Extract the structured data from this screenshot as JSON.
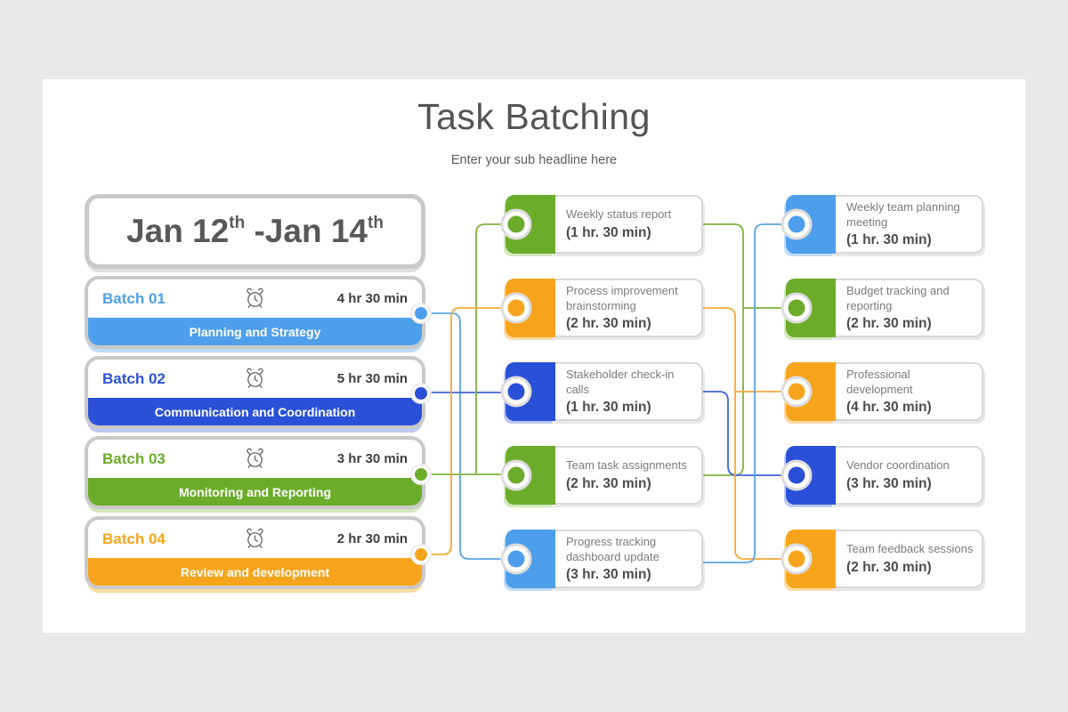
{
  "header": {
    "title": "Task Batching",
    "subtitle": "Enter your sub headline here"
  },
  "date_card": {
    "start": "Jan 12",
    "start_sup": "th",
    "separator": " -",
    "end": "Jan 14",
    "end_sup": "th"
  },
  "icons": {
    "batch_time_icon": "alarm-clock"
  },
  "palette": {
    "lightblue": "#4E9FEB",
    "blue": "#2B50D8",
    "green": "#6CAC2B",
    "orange": "#F7A41D",
    "card_border_gray": "#c9c9c9",
    "title_gray": "#545456"
  },
  "batches": [
    {
      "label": "Batch 01",
      "duration": "4 hr 30 min",
      "category": "Planning and Strategy",
      "color": "lightblue"
    },
    {
      "label": "Batch 02",
      "duration": "5 hr 30 min",
      "category": "Communication and Coordination",
      "color": "blue"
    },
    {
      "label": "Batch 03",
      "duration": "3 hr 30 min",
      "category": "Monitoring and Reporting",
      "color": "green"
    },
    {
      "label": "Batch 04",
      "duration": "2 hr 30 min",
      "category": "Review and development",
      "color": "orange"
    }
  ],
  "middle_tasks": [
    {
      "title": "Weekly status report",
      "duration": "(1 hr. 30 min)",
      "color": "green"
    },
    {
      "title": "Process improvement brainstorming",
      "duration": "(2 hr. 30 min)",
      "color": "orange"
    },
    {
      "title": "Stakeholder check-in calls",
      "duration": "(1 hr. 30 min)",
      "color": "blue"
    },
    {
      "title": "Team task assignments",
      "duration": "(2 hr. 30 min)",
      "color": "green"
    },
    {
      "title": "Progress tracking dashboard update",
      "duration": "(3 hr. 30 min)",
      "color": "lightblue"
    }
  ],
  "right_tasks": [
    {
      "title": "Weekly team planning meeting",
      "duration": "(1 hr. 30 min)",
      "color": "lightblue"
    },
    {
      "title": "Budget tracking and reporting",
      "duration": "(2 hr. 30 min)",
      "color": "green"
    },
    {
      "title": "Professional development",
      "duration": "(4 hr. 30 min)",
      "color": "orange"
    },
    {
      "title": "Vendor coordination",
      "duration": "(3 hr. 30 min)",
      "color": "blue"
    },
    {
      "title": "Team feedback sessions",
      "duration": "(2 hr. 30 min)",
      "color": "orange"
    }
  ],
  "connections": {
    "batch_to_task": [
      {
        "from": "Batch 01",
        "to": "Progress tracking dashboard update"
      },
      {
        "from": "Batch 02",
        "to": "Stakeholder check-in calls"
      },
      {
        "from": "Batch 03",
        "to": "Weekly status report"
      },
      {
        "from": "Batch 03",
        "to": "Team task assignments"
      },
      {
        "from": "Batch 04",
        "to": "Process improvement brainstorming"
      }
    ],
    "task_to_task": [
      {
        "from": "Weekly status report",
        "to": "Budget tracking and reporting"
      },
      {
        "from": "Team task assignments",
        "to": "Budget tracking and reporting"
      },
      {
        "from": "Stakeholder check-in calls",
        "to": "Vendor coordination"
      },
      {
        "from": "Process improvement brainstorming",
        "to": "Professional development"
      },
      {
        "from": "Process improvement brainstorming",
        "to": "Team feedback sessions"
      },
      {
        "from": "Progress tracking dashboard update",
        "to": "Weekly team planning meeting"
      }
    ]
  }
}
